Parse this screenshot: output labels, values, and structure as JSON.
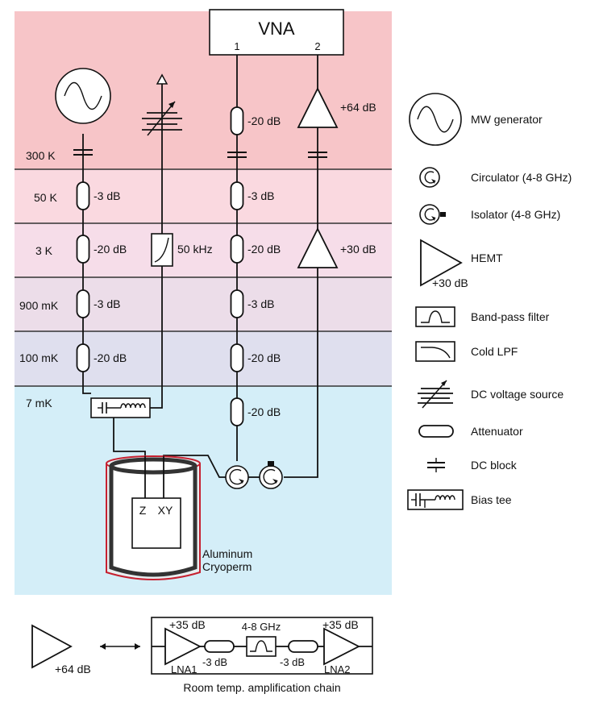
{
  "colors": {
    "room_temp": "#f7c5c8",
    "k50": "#fad9e0",
    "k3": "#f6dde9",
    "mk900": "#ecdde9",
    "mk100": "#dfdfee",
    "mk7": "#d4eef8",
    "cryoperm": "#c62030",
    "dividers": "#333333"
  },
  "stages": {
    "room": "300 K",
    "k50": "50 K",
    "k3": "3 K",
    "mk900": "900 mK",
    "mk100": "100 mK",
    "mk7": "7 mK"
  },
  "vna": {
    "label": "VNA",
    "port1": "1",
    "port2": "2"
  },
  "lines": {
    "drive": {
      "att_50K": "-3 dB",
      "att_3K": "-20 dB",
      "att_900mK": "-3 dB",
      "att_100mK": "-20 dB"
    },
    "flux": {
      "lpf": "50 kHz"
    },
    "input": {
      "att_room": "-20 dB",
      "att_50K": "-3 dB",
      "att_3K": "-20 dB",
      "att_900mK": "-3 dB",
      "att_100mK": "-20 dB",
      "att_7mK": "-20 dB"
    },
    "output": {
      "room_amp": "+64 dB",
      "hemt": "+30 dB"
    }
  },
  "sample": {
    "z": "Z",
    "xy": "XY",
    "shield_inner": "Aluminum",
    "shield_outer": "Cryoperm"
  },
  "legend": {
    "mw": "MW generator",
    "circulator": "Circulator (4-8 GHz)",
    "isolator": "Isolator (4-8 GHz)",
    "hemt": "HEMT",
    "hemt_gain": "+30 dB",
    "bpf": "Band-pass filter",
    "lpf": "Cold LPF",
    "dc_source": "DC voltage source",
    "attenuator": "Attenuator",
    "dc_block": "DC block",
    "bias_tee": "Bias tee"
  },
  "chain": {
    "amp_label": "+64 dB",
    "lna1_gain": "+35 dB",
    "lna2_gain": "+35 dB",
    "lna1": "LNA1",
    "lna2": "LNA2",
    "att1": "-3 dB",
    "att2": "-3 dB",
    "filter": "4-8 GHz",
    "caption": "Room temp. amplification chain"
  }
}
